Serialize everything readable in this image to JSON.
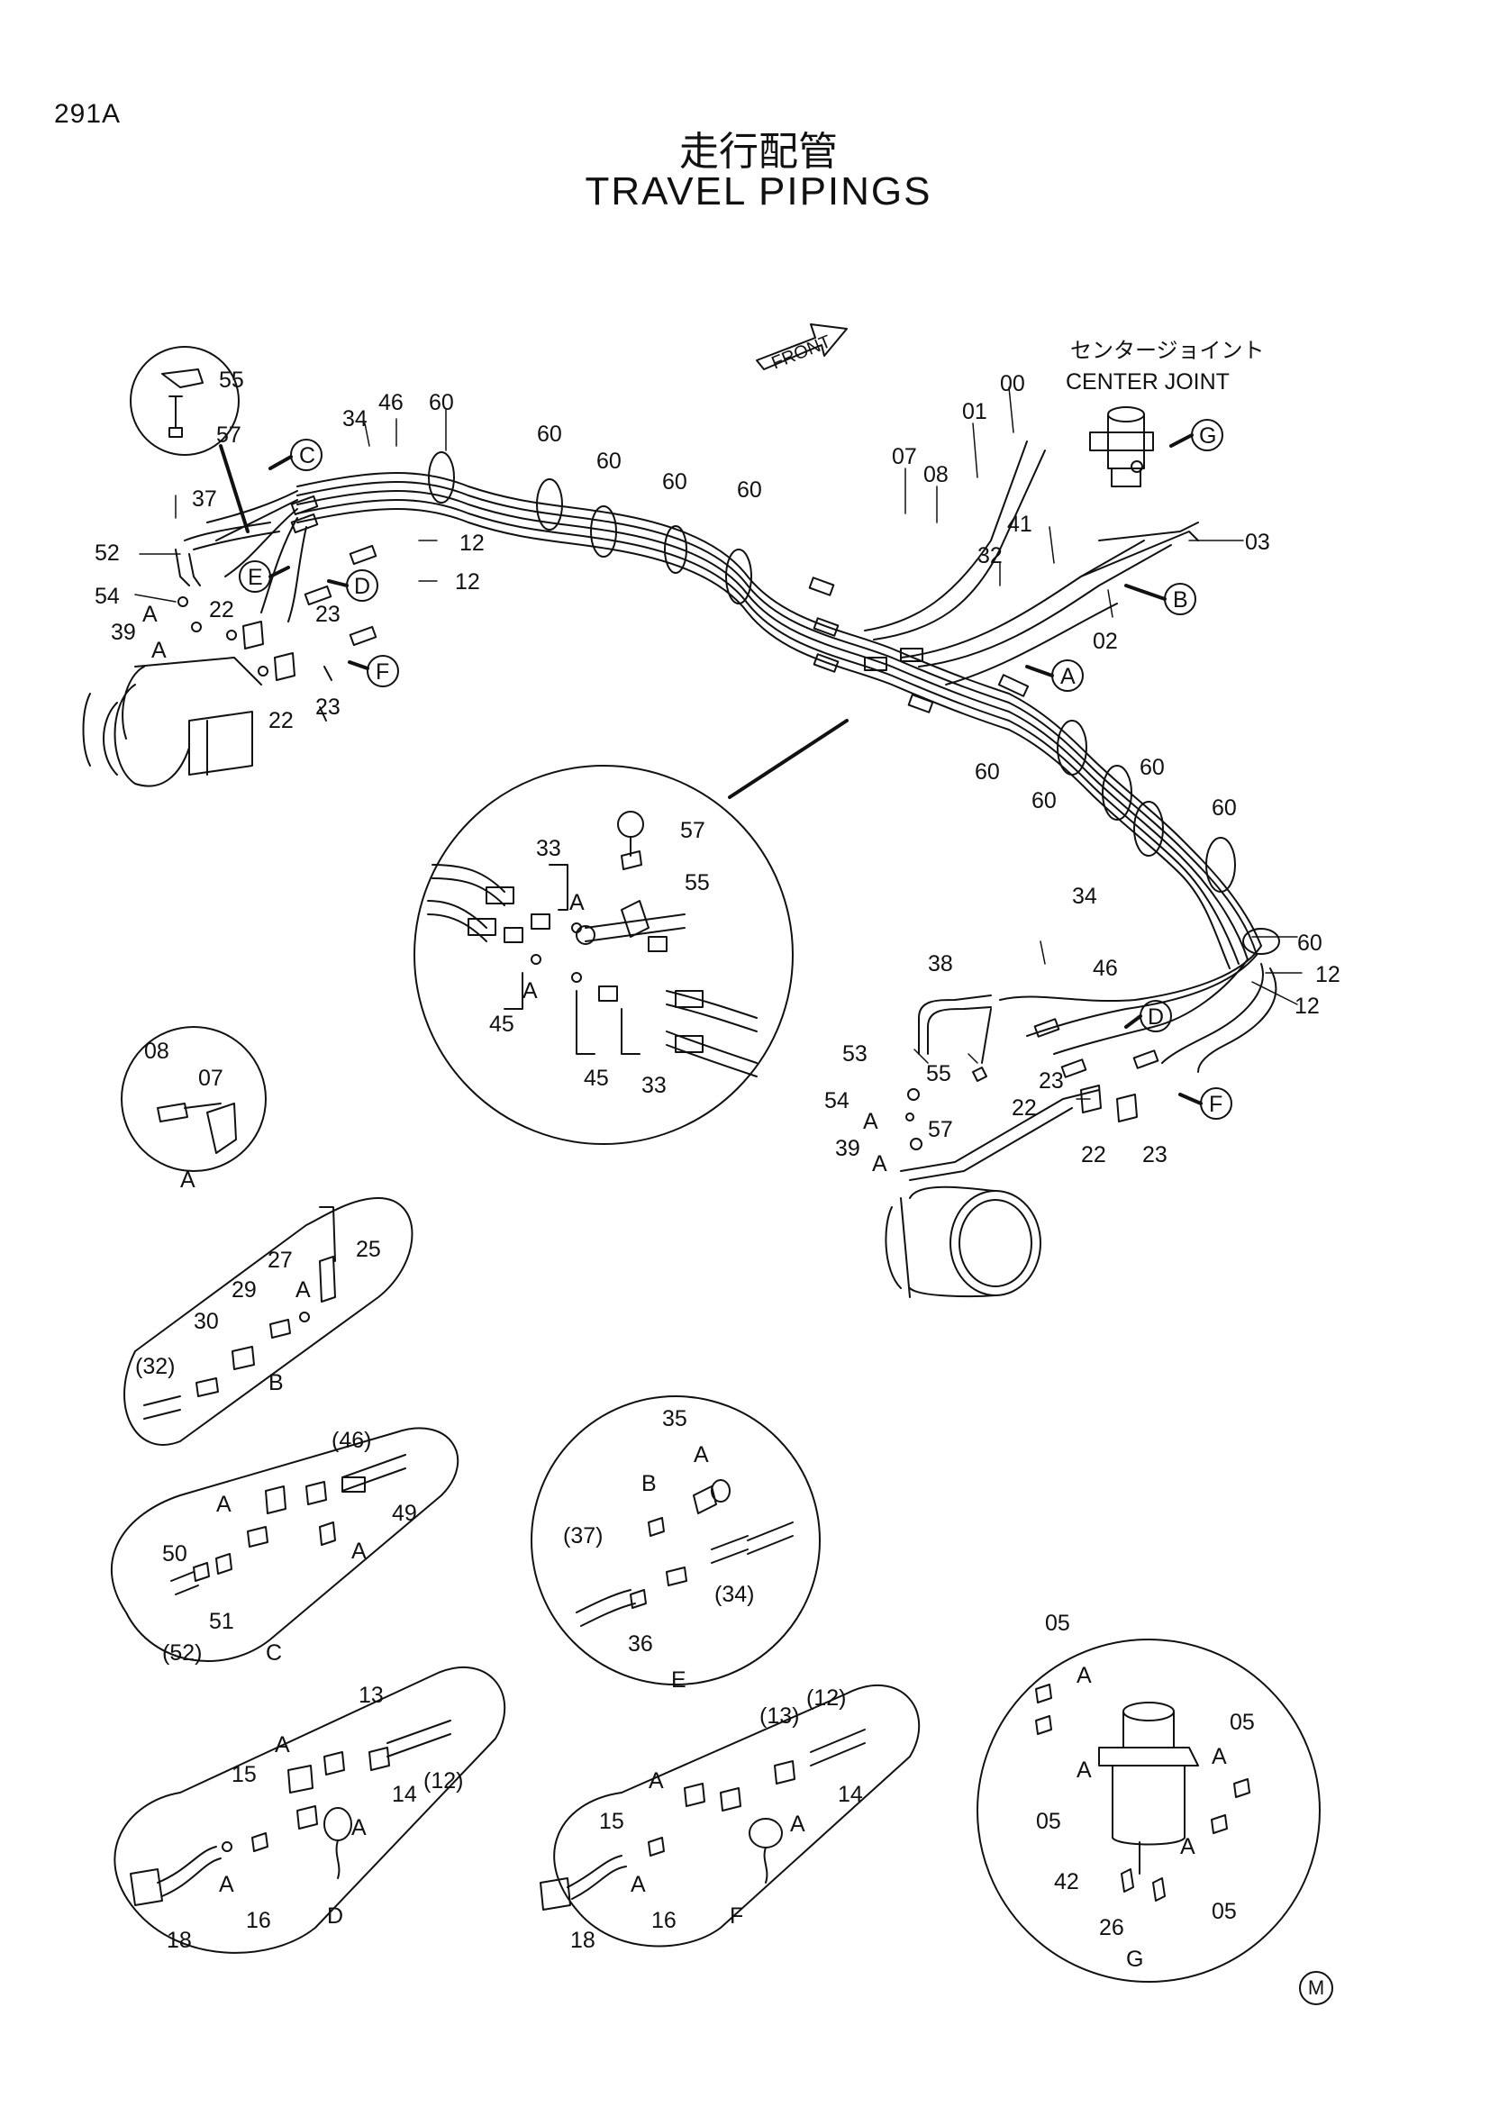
{
  "page_number": "291A",
  "title_jp": "走行配管",
  "title_en": "TRAVEL PIPINGS",
  "center_joint_jp": "センタージョイント",
  "center_joint_en": "CENTER JOINT",
  "front_label": "FRONT",
  "footer_mark": "M",
  "main_labels": [
    "55",
    "57",
    "34",
    "46",
    "60",
    "60",
    "60",
    "60",
    "60",
    "00",
    "01",
    "07",
    "08",
    "41",
    "32",
    "03",
    "02",
    "37",
    "52",
    "54",
    "A",
    "39",
    "A",
    "22",
    "22",
    "23",
    "23",
    "12",
    "12",
    "33",
    "45",
    "A",
    "A",
    "45",
    "33",
    "57",
    "55",
    "60",
    "60",
    "60",
    "60",
    "60",
    "34",
    "38",
    "46",
    "12",
    "12",
    "53",
    "54",
    "A",
    "55",
    "57",
    "23",
    "23",
    "22",
    "22",
    "39",
    "A"
  ],
  "callouts": {
    "C": "C",
    "D": "D",
    "E": "E",
    "F": "F",
    "G": "G",
    "A": "A",
    "B": "B"
  },
  "details": {
    "A": {
      "caption": "A",
      "labels": [
        "08",
        "07"
      ]
    },
    "B": {
      "caption": "B",
      "labels": [
        "25",
        "27",
        "A",
        "29",
        "30",
        "(32)"
      ]
    },
    "C": {
      "caption": "C",
      "labels": [
        "(46)",
        "A",
        "49",
        "50",
        "A",
        "51",
        "(52)"
      ]
    },
    "D": {
      "caption": "D",
      "labels": [
        "13",
        "A",
        "15",
        "14",
        "(12)",
        "A",
        "A",
        "16",
        "18"
      ]
    },
    "E": {
      "caption": "E",
      "labels": [
        "35",
        "A",
        "B",
        "(37)",
        "36",
        "(34)"
      ]
    },
    "F": {
      "caption": "F",
      "labels": [
        "(13)",
        "(12)",
        "A",
        "15",
        "14",
        "A",
        "A",
        "16",
        "18"
      ]
    },
    "G": {
      "caption": "G",
      "labels": [
        "05",
        "A",
        "05",
        "A",
        "05",
        "A",
        "05",
        "A",
        "42",
        "26"
      ]
    }
  }
}
